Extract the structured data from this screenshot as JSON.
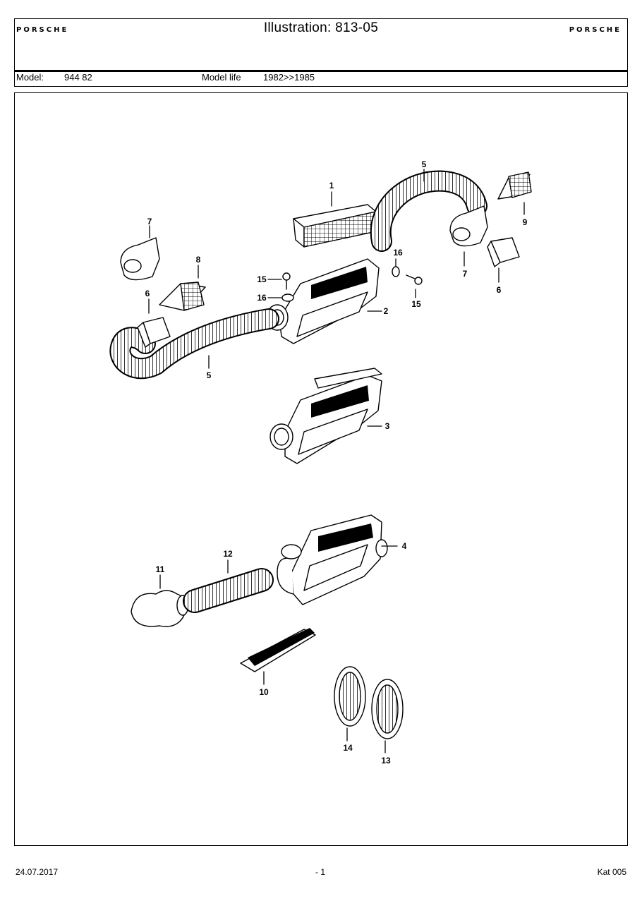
{
  "header": {
    "logo_left": "PORSCHE",
    "logo_right": "PORSCHE",
    "title": "Illustration: 813-05",
    "model_label": "Model:",
    "model_value": "944 82",
    "model_life_label": "Model life",
    "model_life_value": "1982>>1985"
  },
  "callouts": [
    "1",
    "2",
    "3",
    "4",
    "5",
    "5",
    "6",
    "6",
    "7",
    "7",
    "8",
    "9",
    "10",
    "11",
    "12",
    "13",
    "14",
    "15",
    "15",
    "16",
    "16"
  ],
  "footer": {
    "date": "24.07.2017",
    "page": "- 1",
    "catalog": "Kat 005"
  }
}
